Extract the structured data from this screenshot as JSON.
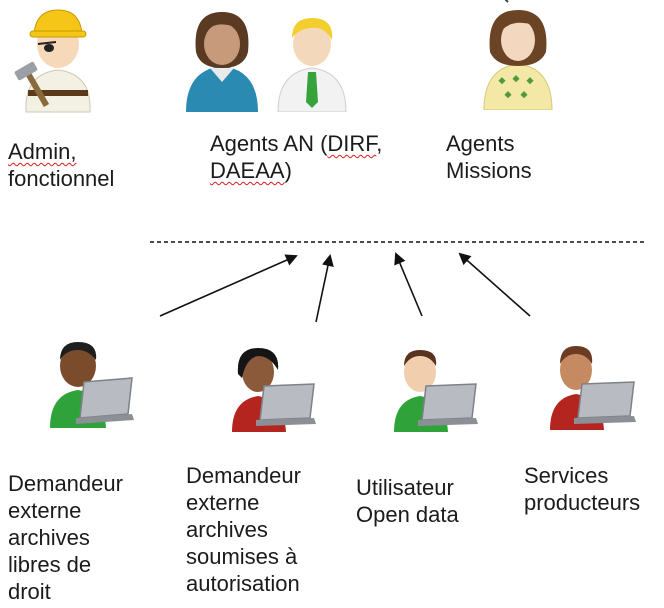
{
  "top_group": [
    {
      "id": "admin",
      "label_line1": "Admin,",
      "label_line2": "fonctionnel"
    },
    {
      "id": "agents_an",
      "label_line1_a": "Agents AN (",
      "label_line1_b": "DIRF",
      "label_line1_c": ",",
      "label_line2_a": "DAEAA",
      "label_line2_b": ")"
    },
    {
      "id": "agents_missions",
      "label_line1": "Agents",
      "label_line2": "Missions"
    }
  ],
  "bottom_group": [
    {
      "id": "demandeur_libres",
      "label": "Demandeur\nexterne\narchives\nlibres de\ndroit"
    },
    {
      "id": "demandeur_soumises",
      "label": "Demandeur\nexterne\narchives\nsoumises à\nautorisation"
    },
    {
      "id": "utilisateur_open_data",
      "label": "Utilisateur\nOpen data"
    },
    {
      "id": "services_producteurs",
      "label": "Services\nproducteurs"
    }
  ],
  "icons": {
    "admin": "construction-worker-icon",
    "agent_woman": "woman-agent-icon",
    "agent_man": "man-with-tie-icon",
    "agent_missions": "woman-agent-icon",
    "laptop_user": "laptop-user-icon"
  },
  "colors": {
    "arrow": "#111111",
    "error_underline": "#d81b1b",
    "laptop_shirt_green": "#2fa33a",
    "laptop_shirt_red": "#b3251e"
  }
}
